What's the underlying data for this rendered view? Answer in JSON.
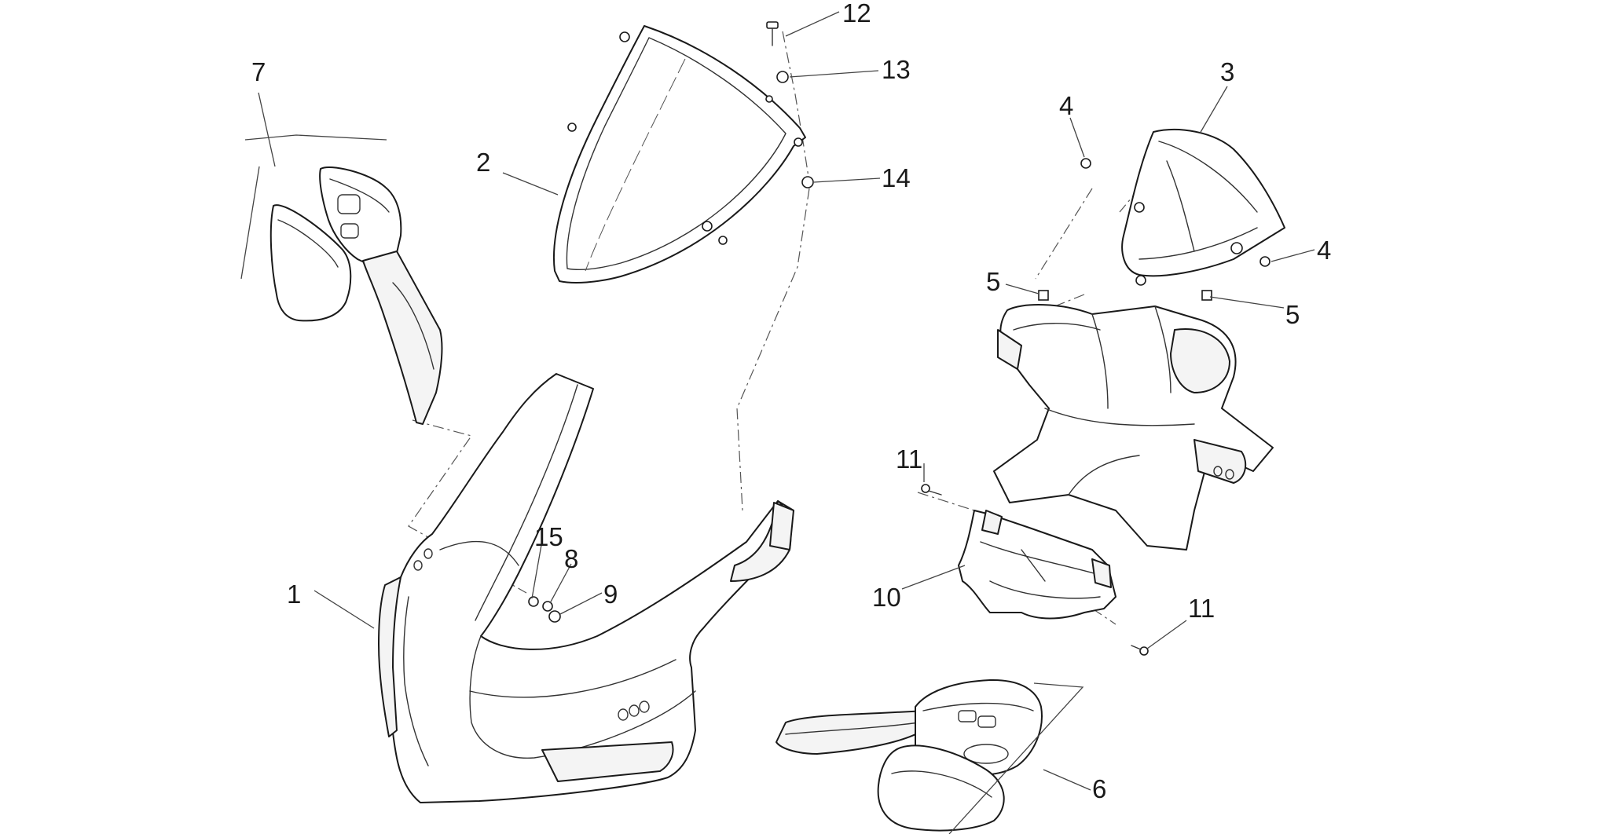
{
  "callouts": [
    {
      "id": "c1",
      "text": "1"
    },
    {
      "id": "c2",
      "text": "2"
    },
    {
      "id": "c3",
      "text": "3"
    },
    {
      "id": "c4a",
      "text": "4"
    },
    {
      "id": "c4b",
      "text": "4"
    },
    {
      "id": "c5a",
      "text": "5"
    },
    {
      "id": "c5b",
      "text": "5"
    },
    {
      "id": "c6",
      "text": "6"
    },
    {
      "id": "c7",
      "text": "7"
    },
    {
      "id": "c8",
      "text": "8"
    },
    {
      "id": "c9",
      "text": "9"
    },
    {
      "id": "c10",
      "text": "10"
    },
    {
      "id": "c11a",
      "text": "11"
    },
    {
      "id": "c11b",
      "text": "11"
    },
    {
      "id": "c12",
      "text": "12"
    },
    {
      "id": "c13",
      "text": "13"
    },
    {
      "id": "c14",
      "text": "14"
    },
    {
      "id": "c15",
      "text": "15"
    }
  ]
}
